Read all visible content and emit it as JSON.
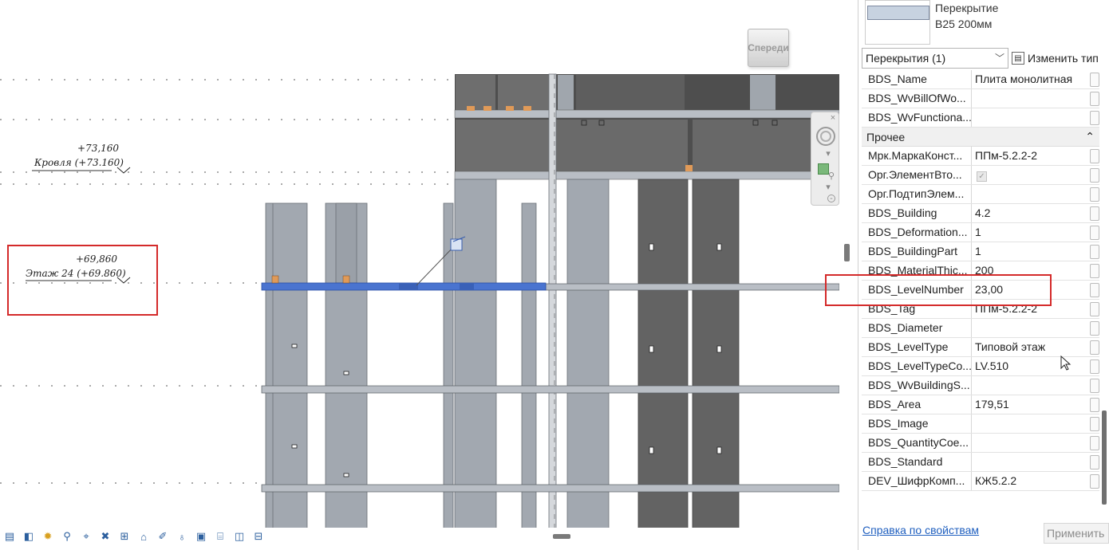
{
  "viewcube_label": "Спереди",
  "levels": [
    {
      "elevation": "+73,160",
      "name": "Кровля (+73.160)"
    },
    {
      "elevation": "+69,860",
      "name": "Этаж 24 (+69.860)"
    }
  ],
  "properties": {
    "type_name_line1": "Перекрытие",
    "type_name_line2": "B25 200мм",
    "family_selector": "Перекрытия (1)",
    "edit_type_label": "Изменить тип",
    "rows_top": [
      {
        "name": "BDS_Name",
        "value": "Плита монолитная"
      },
      {
        "name": "BDS_WvBillOfWo...",
        "value": ""
      },
      {
        "name": "BDS_WvFunctiona...",
        "value": ""
      }
    ],
    "group_label": "Прочее",
    "group_collapse": "⌃",
    "rows_group": [
      {
        "name": "Мрк.МаркаКонст...",
        "value": "ППм-5.2.2-2"
      },
      {
        "name": "Орг.ЭлементВто...",
        "value": "",
        "checkbox": true
      },
      {
        "name": "Орг.ПодтипЭлем...",
        "value": ""
      },
      {
        "name": "BDS_Building",
        "value": "4.2"
      },
      {
        "name": "BDS_Deformation...",
        "value": "1"
      },
      {
        "name": "BDS_BuildingPart",
        "value": "1"
      },
      {
        "name": "BDS_MaterialThic...",
        "value": "200"
      },
      {
        "name": "BDS_LevelNumber",
        "value": "23,00"
      },
      {
        "name": "BDS_Tag",
        "value": "ППм-5.2.2-2"
      },
      {
        "name": "BDS_Diameter",
        "value": ""
      },
      {
        "name": "BDS_LevelType",
        "value": "Типовой этаж"
      },
      {
        "name": "BDS_LevelTypeCo...",
        "value": "LV.510"
      },
      {
        "name": "BDS_WvBuildingS...",
        "value": ""
      },
      {
        "name": "BDS_Area",
        "value": "179,51"
      },
      {
        "name": "BDS_Image",
        "value": ""
      },
      {
        "name": "BDS_QuantityCoe...",
        "value": ""
      },
      {
        "name": "BDS_Standard",
        "value": ""
      },
      {
        "name": "DEV_ШифрКомп...",
        "value": "КЖ5.2.2"
      }
    ],
    "help_link": "Справка по свойствам",
    "apply_button": "Применить"
  },
  "colors": {
    "highlight": "#d42a2a",
    "selected_slab": "#4a74d0",
    "column_light": "#a2a8b0",
    "column_dark": "#636363",
    "link": "#1f5fbf"
  },
  "icons": [
    "scale-icon",
    "visual-style-icon",
    "sun-path-icon",
    "shadows-icon",
    "crop-icon",
    "show-crop-icon",
    "unlock-3d-icon",
    "temp-hide-icon",
    "reveal-hidden-icon",
    "worksharing-icon",
    "design-options-icon",
    "analytical-model-icon",
    "highlight-displacement-icon",
    "reveal-constraints-icon"
  ]
}
